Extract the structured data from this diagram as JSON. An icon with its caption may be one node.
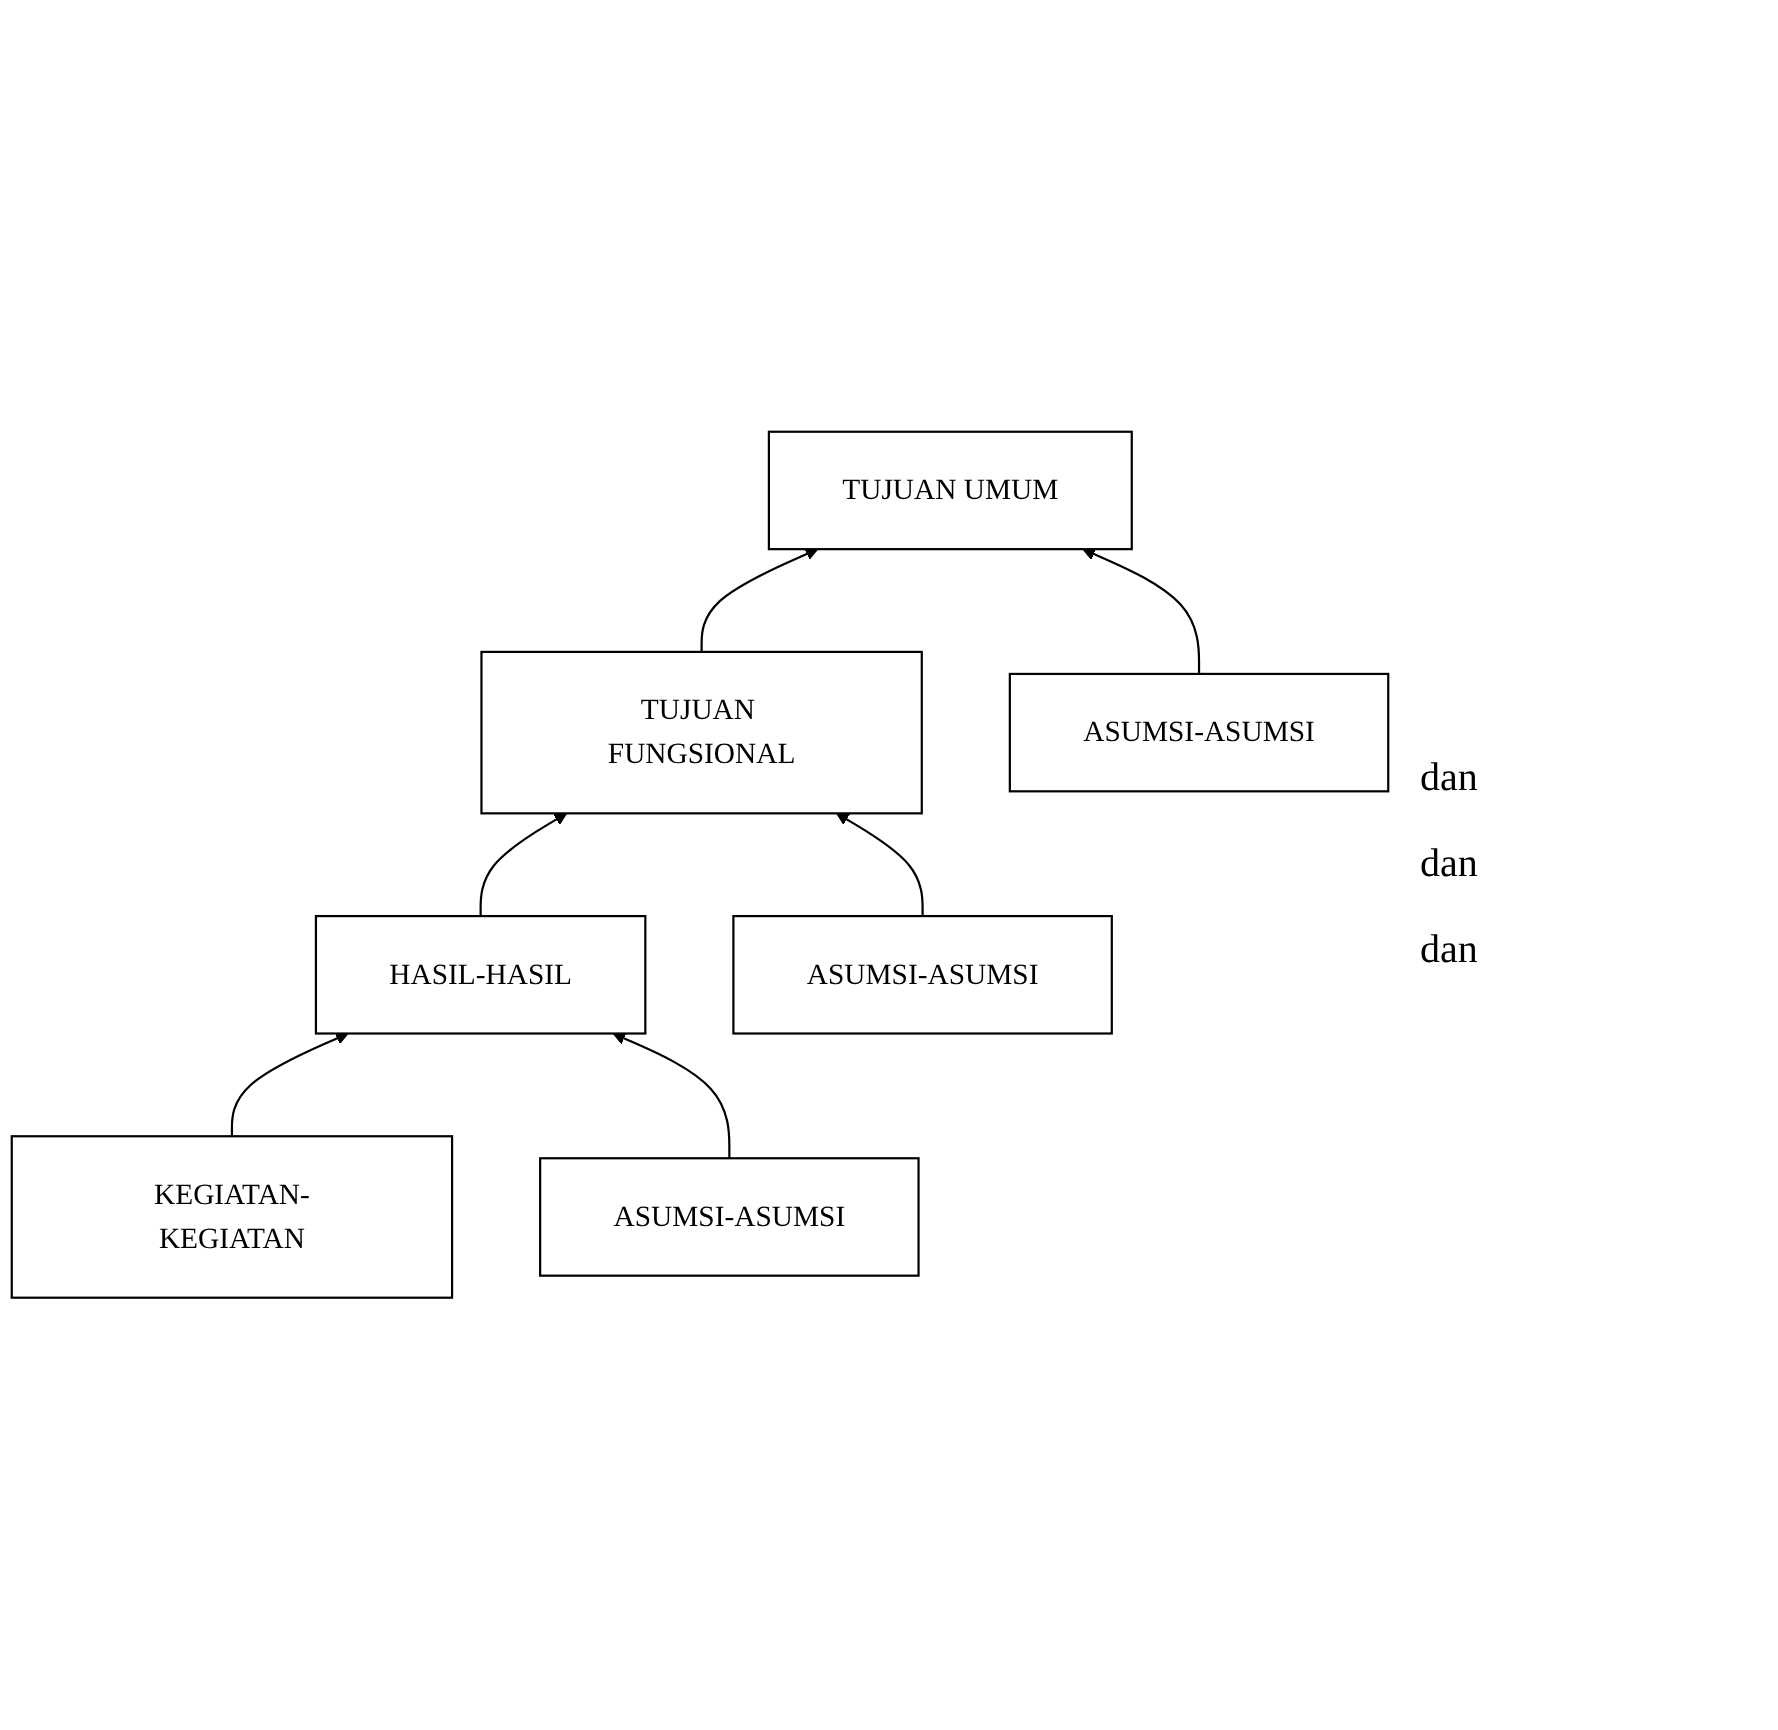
{
  "diagram": {
    "nodes": [
      {
        "text": [
          "TUJUAN UMUM"
        ]
      },
      {
        "text": [
          "TUJUAN FUNGSIONAL"
        ]
      },
      {
        "text": [
          "ASUMSI-ASUMSI"
        ]
      },
      {
        "text": [
          "HASIL-HASIL"
        ]
      },
      {
        "text": [
          "ASUMSI-ASUMSI"
        ]
      },
      {
        "text": [
          "KEGIATAN-KEGIATAN"
        ]
      },
      {
        "text": [
          "ASUMSI-ASUMSI"
        ]
      }
    ],
    "edges": [
      {
        "from": 1,
        "to": 0,
        "arrow": "to"
      },
      {
        "from": 2,
        "to": 0,
        "arrow": "to"
      },
      {
        "from": 3,
        "to": 1,
        "arrow": "to"
      },
      {
        "from": 4,
        "to": 1,
        "arrow": "to"
      },
      {
        "from": 5,
        "to": 3,
        "arrow": "to"
      },
      {
        "from": 6,
        "to": 3,
        "arrow": "to"
      }
    ],
    "labels": [
      "dan",
      "dan",
      "dan"
    ]
  }
}
